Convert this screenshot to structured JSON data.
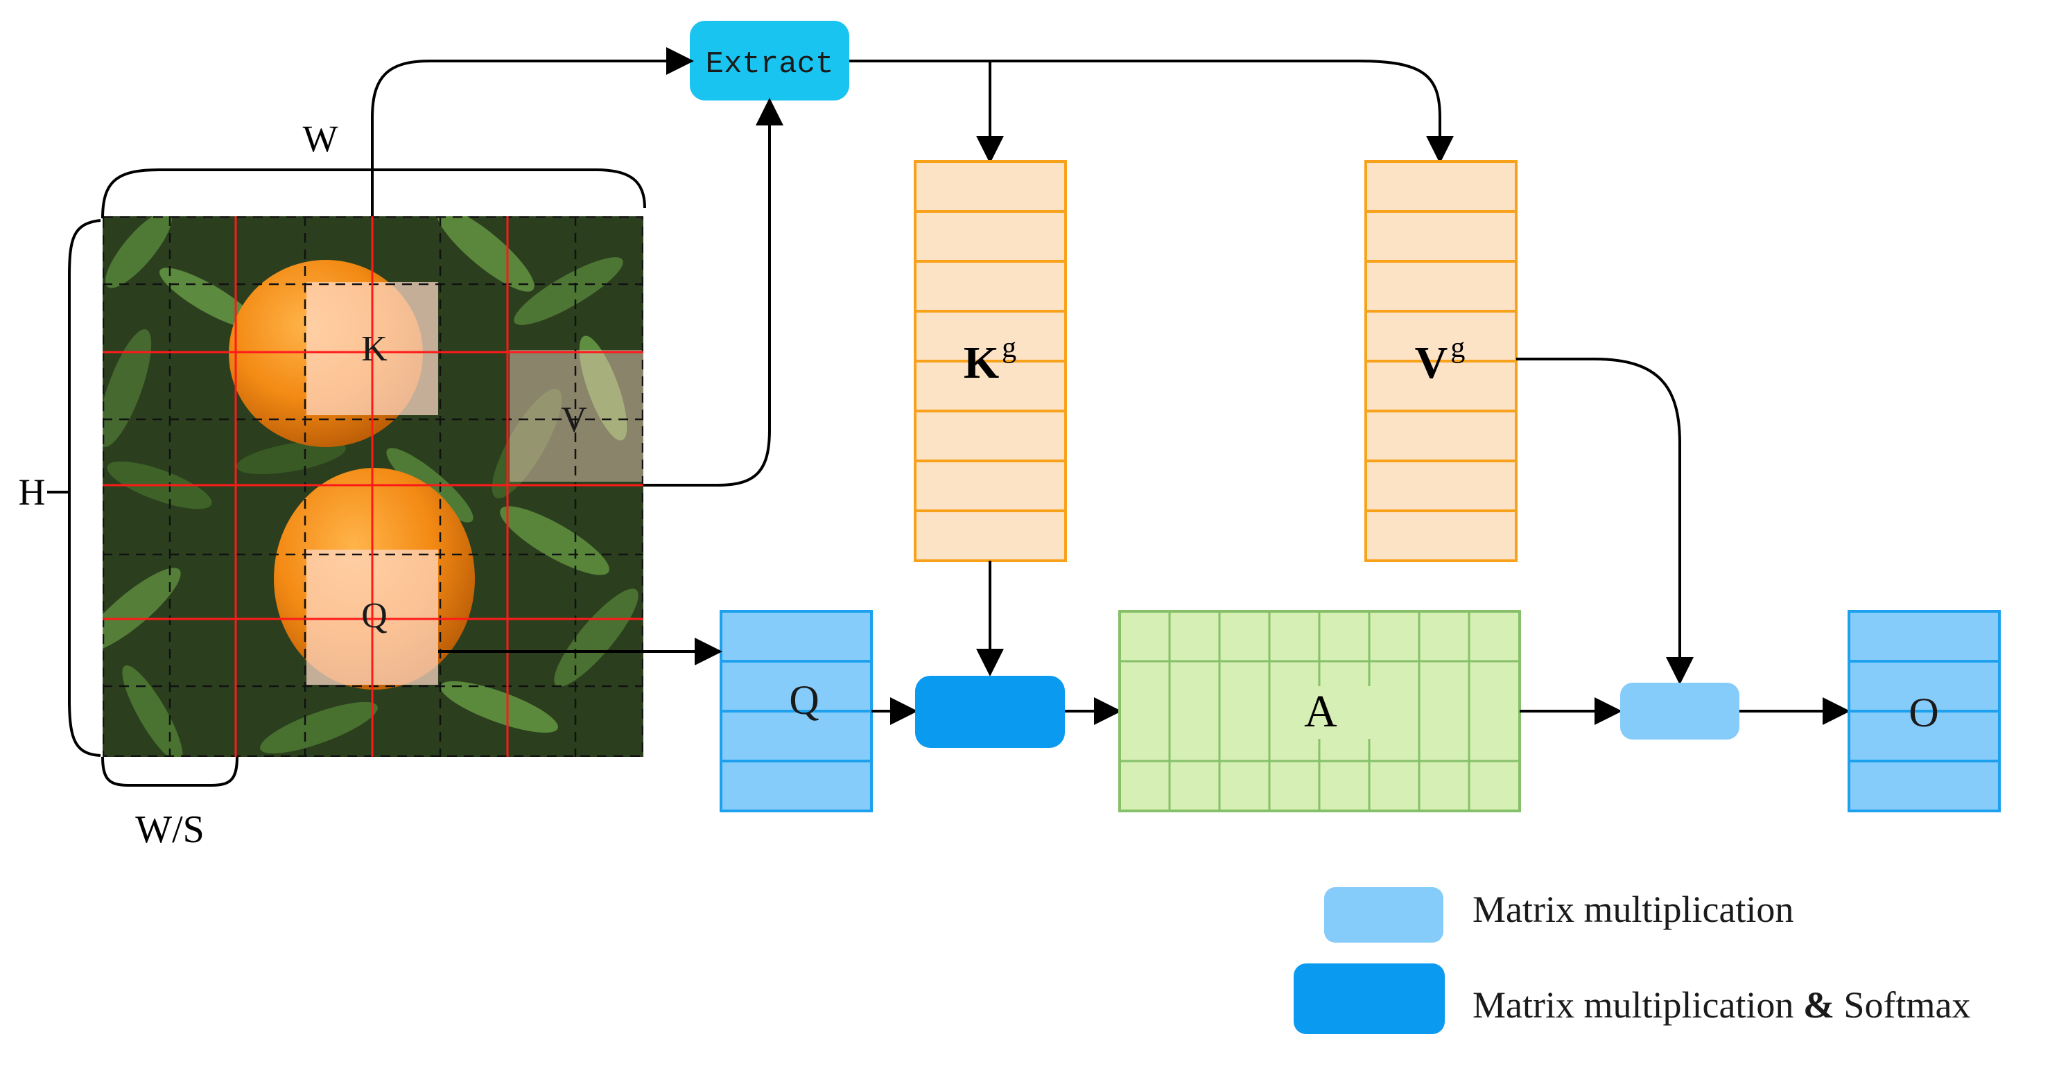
{
  "labels": {
    "width": "W",
    "height": "H",
    "window": "W/S",
    "key_patch": "K",
    "value_patch": "V",
    "query_patch": "Q",
    "extract": "Extract",
    "key_global_base": "K",
    "key_global_sup": "g",
    "value_global_base": "V",
    "value_global_sup": "g",
    "query_matrix": "Q",
    "attention_matrix": "A",
    "output_matrix": "O"
  },
  "legend": {
    "items": [
      {
        "label": "Matrix multiplication",
        "color": "#86ccfa"
      },
      {
        "label_pre": "Matrix multiplication ",
        "label_amp": "&",
        "label_post": " Softmax",
        "color": "#0a9af0"
      }
    ]
  },
  "colors": {
    "extract_fill": "#19c4f0",
    "kv_fill": "#fde3c6",
    "kv_stroke": "#f7a21a",
    "q_fill": "#86ccfa",
    "q_stroke": "#1da1ee",
    "a_fill": "#d6efb4",
    "a_stroke": "#86c069",
    "softmax_fill": "#0a9af0",
    "matmul_fill": "#86ccfa",
    "grid_red": "#ff1a1a",
    "arrow": "#000000"
  }
}
